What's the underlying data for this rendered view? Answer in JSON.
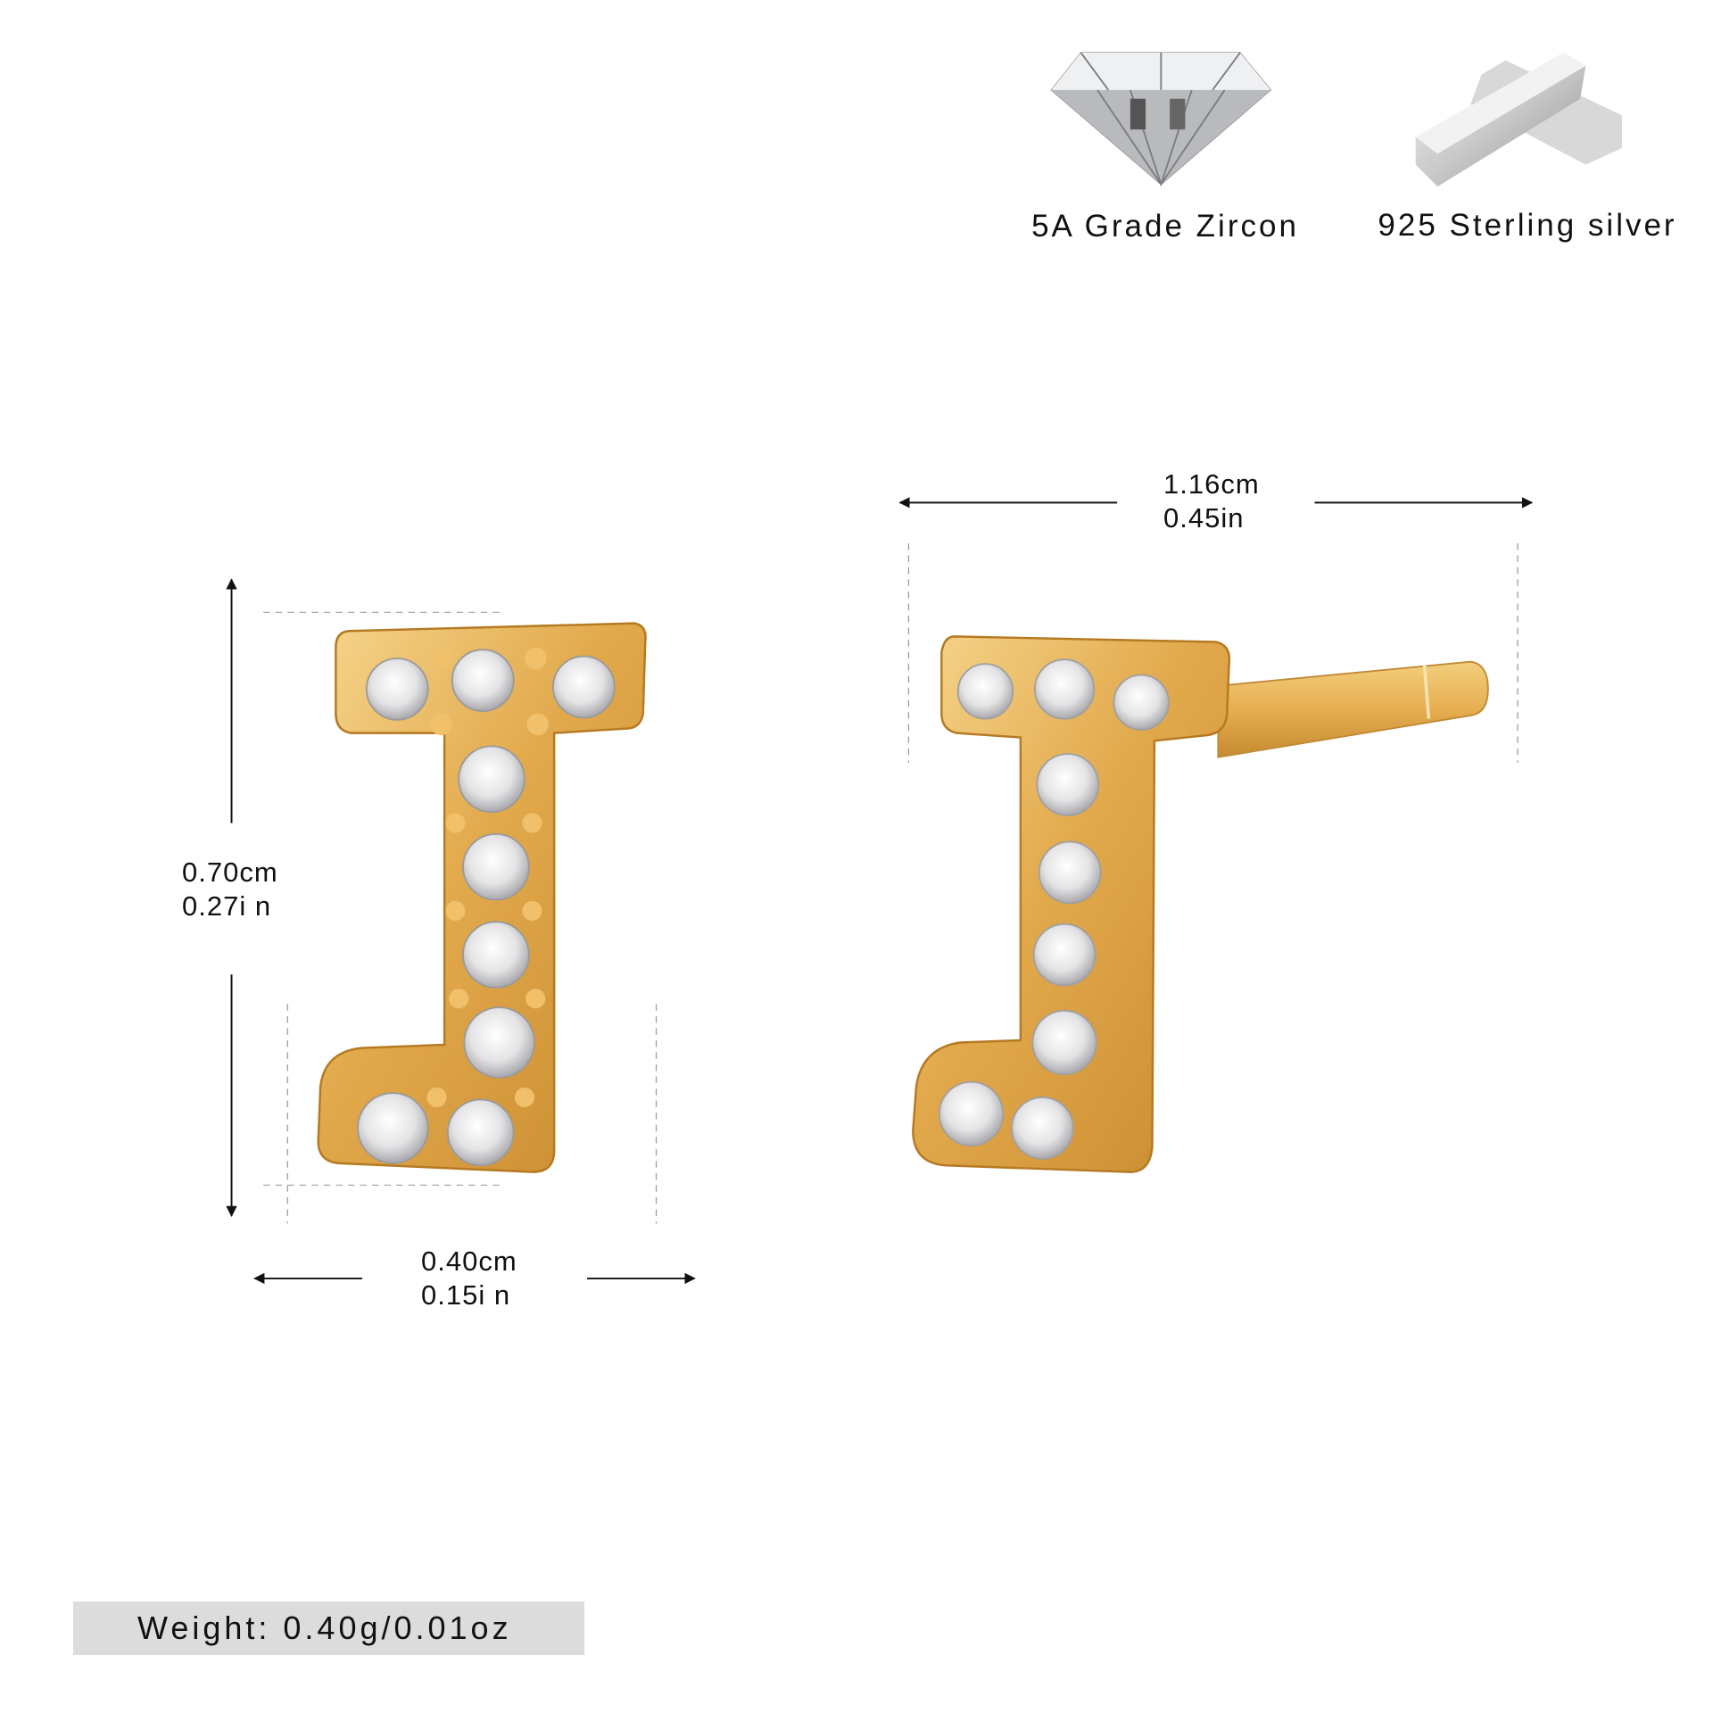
{
  "features": [
    {
      "label": "5A Grade Zircon",
      "icon": "diamond-icon"
    },
    {
      "label": "925 Sterling silver",
      "icon": "silver-bars-icon"
    }
  ],
  "dimensions": {
    "length": {
      "cm": "1.16cm",
      "in": "0.45in"
    },
    "height": {
      "cm": "0.70cm",
      "in": "0.27i n"
    },
    "width": {
      "cm": "0.40cm",
      "in": "0.15i n"
    }
  },
  "weight": "Weight:  0.40g/0.01oz",
  "colors": {
    "gold": "#e0a84a",
    "background": "#ffffff",
    "weight_bg": "#dcdcdc"
  }
}
